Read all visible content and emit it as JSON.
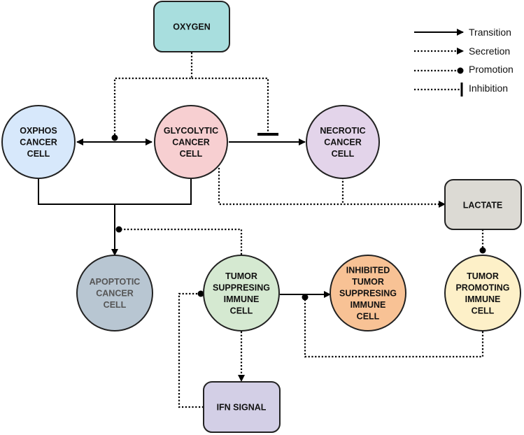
{
  "nodes": {
    "oxygen": {
      "lines": [
        "OXYGEN"
      ],
      "fill": "#a8dede"
    },
    "oxphos": {
      "lines": [
        "OXPHOS",
        "CANCER",
        "CELL"
      ],
      "fill": "#d7e8fb"
    },
    "glycolytic": {
      "lines": [
        "GLYCOLYTIC",
        "CANCER",
        "CELL"
      ],
      "fill": "#f7cfd1"
    },
    "necrotic": {
      "lines": [
        "NECROTIC",
        "CANCER",
        "CELL"
      ],
      "fill": "#e3d4ea"
    },
    "lactate": {
      "lines": [
        "LACTATE"
      ],
      "fill": "#dcdad4"
    },
    "apoptotic": {
      "lines": [
        "APOPTOTIC",
        "CANCER",
        "CELL"
      ],
      "fill": "#b8c6d2"
    },
    "suppressing": {
      "lines": [
        "TUMOR",
        "SUPPRESING",
        "IMMUNE",
        "CELL"
      ],
      "fill": "#d5e9d1"
    },
    "inhibited": {
      "lines": [
        "INHIBITED",
        "TUMOR",
        "SUPPRESING",
        "IMMUNE",
        "CELL"
      ],
      "fill": "#f8c295"
    },
    "promoting": {
      "lines": [
        "TUMOR",
        "PROMOTING",
        "IMMUNE",
        "CELL"
      ],
      "fill": "#fdf0c8"
    },
    "ifn": {
      "lines": [
        "IFN SIGNAL"
      ],
      "fill": "#d3cfe6"
    }
  },
  "legend": [
    {
      "label": "Transition",
      "kind": "transition"
    },
    {
      "label": "Secretion",
      "kind": "secretion"
    },
    {
      "label": "Promotion",
      "kind": "promotion"
    },
    {
      "label": "Inhibition",
      "kind": "inhibition"
    }
  ]
}
